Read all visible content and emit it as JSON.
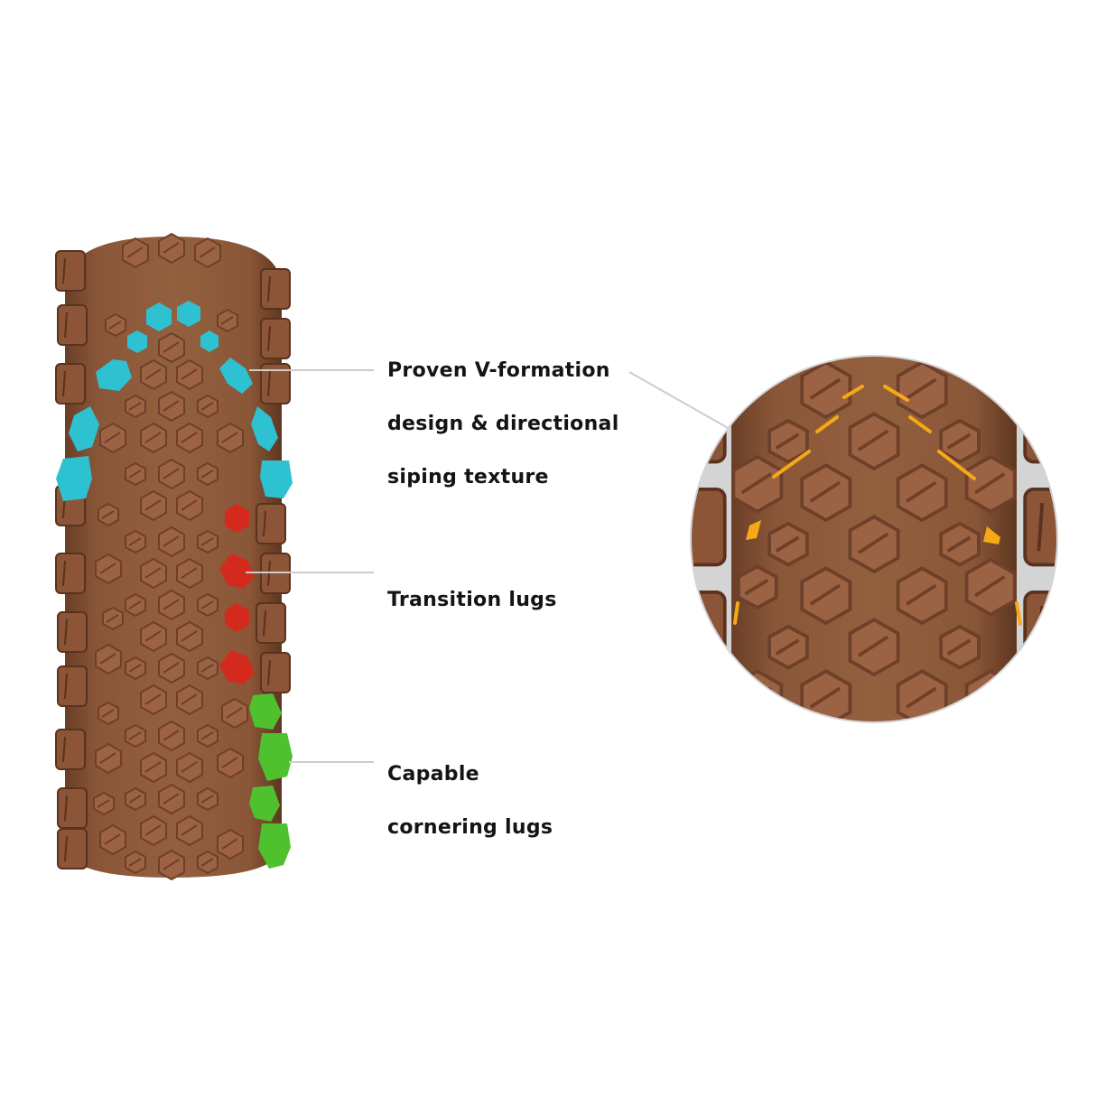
{
  "callouts": [
    {
      "id": "v-formation",
      "lines": [
        "Proven V-formation",
        "design & directional",
        "siping texture"
      ],
      "highlight_color": "#2EC1D1"
    },
    {
      "id": "transition",
      "lines": [
        "Transition lugs"
      ],
      "highlight_color": "#D42A1E"
    },
    {
      "id": "cornering",
      "lines": [
        "Capable",
        "cornering lugs"
      ],
      "highlight_color": "#4FC12E"
    }
  ],
  "detail_inset": {
    "description": "Magnified tread with siping",
    "siping_color": "#F5A916",
    "backdrop_color": "#D4D4D4"
  },
  "colors": {
    "tire_base": "#8A5638",
    "tire_lug": "#9C6244",
    "tire_lug_dark": "#6E4029",
    "leader_line": "#CCCCCC",
    "text": "#141414"
  }
}
